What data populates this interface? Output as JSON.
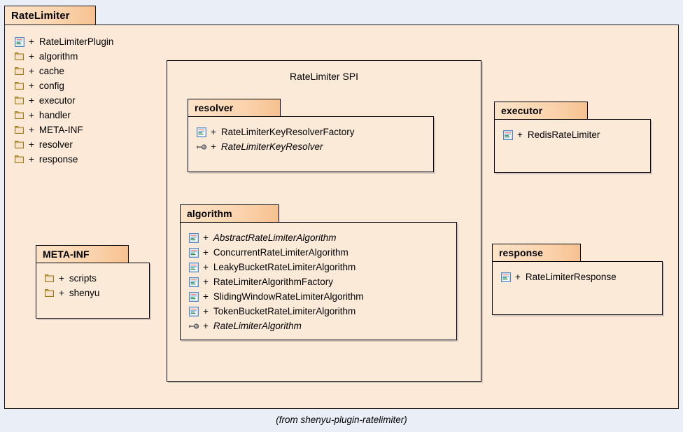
{
  "diagram": {
    "type": "uml-package-diagram",
    "background_color": "#eaeef6",
    "package_fill": "#fcead9",
    "tab_fill": "#fbd3ad",
    "border_color": "#000000",
    "footer_note": "(from shenyu-plugin-ratelimiter)"
  },
  "root_package": {
    "name": "RateLimiter",
    "members": [
      {
        "icon": "class-icon",
        "visibility": "+",
        "label": "RateLimiterPlugin",
        "abstract": false
      },
      {
        "icon": "folder-icon",
        "visibility": "+",
        "label": "algorithm",
        "abstract": false
      },
      {
        "icon": "folder-icon",
        "visibility": "+",
        "label": "cache",
        "abstract": false
      },
      {
        "icon": "folder-icon",
        "visibility": "+",
        "label": "config",
        "abstract": false
      },
      {
        "icon": "folder-icon",
        "visibility": "+",
        "label": "executor",
        "abstract": false
      },
      {
        "icon": "folder-icon",
        "visibility": "+",
        "label": "handler",
        "abstract": false
      },
      {
        "icon": "folder-icon",
        "visibility": "+",
        "label": "META-INF",
        "abstract": false
      },
      {
        "icon": "folder-icon",
        "visibility": "+",
        "label": "resolver",
        "abstract": false
      },
      {
        "icon": "folder-icon",
        "visibility": "+",
        "label": "response",
        "abstract": false
      }
    ]
  },
  "spi_frame": {
    "title": "RateLimiter SPI"
  },
  "packages": [
    {
      "id": "resolver",
      "name": "resolver",
      "members": [
        {
          "icon": "class-icon",
          "visibility": "+",
          "label": "RateLimiterKeyResolverFactory",
          "abstract": false
        },
        {
          "icon": "interface-icon",
          "visibility": "+",
          "label": "RateLimiterKeyResolver",
          "abstract": true
        }
      ]
    },
    {
      "id": "algorithm",
      "name": "algorithm",
      "members": [
        {
          "icon": "class-icon",
          "visibility": "+",
          "label": "AbstractRateLimiterAlgorithm",
          "abstract": true
        },
        {
          "icon": "class-icon",
          "visibility": "+",
          "label": "ConcurrentRateLimiterAlgorithm",
          "abstract": false
        },
        {
          "icon": "class-icon",
          "visibility": "+",
          "label": "LeakyBucketRateLimiterAlgorithm",
          "abstract": false
        },
        {
          "icon": "class-icon",
          "visibility": "+",
          "label": "RateLimiterAlgorithmFactory",
          "abstract": false
        },
        {
          "icon": "class-icon",
          "visibility": "+",
          "label": "SlidingWindowRateLimiterAlgorithm",
          "abstract": false
        },
        {
          "icon": "class-icon",
          "visibility": "+",
          "label": "TokenBucketRateLimiterAlgorithm",
          "abstract": false
        },
        {
          "icon": "interface-icon",
          "visibility": "+",
          "label": "RateLimiterAlgorithm",
          "abstract": true
        }
      ]
    },
    {
      "id": "executor",
      "name": "executor",
      "members": [
        {
          "icon": "class-icon",
          "visibility": "+",
          "label": "RedisRateLimiter",
          "abstract": false
        }
      ]
    },
    {
      "id": "response",
      "name": "response",
      "members": [
        {
          "icon": "class-icon",
          "visibility": "+",
          "label": "RateLimiterResponse",
          "abstract": false
        }
      ]
    },
    {
      "id": "meta-inf",
      "name": "META-INF",
      "members": [
        {
          "icon": "folder-icon",
          "visibility": "+",
          "label": "scripts",
          "abstract": false
        },
        {
          "icon": "folder-icon",
          "visibility": "+",
          "label": "shenyu",
          "abstract": false
        }
      ]
    }
  ]
}
